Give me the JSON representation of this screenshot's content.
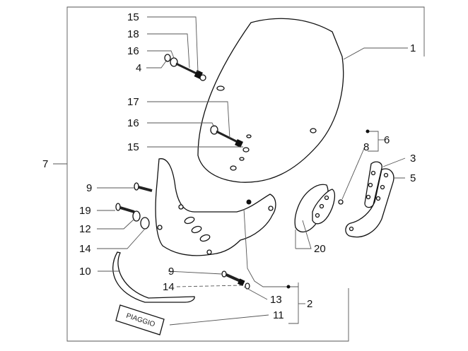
{
  "labels": {
    "l1": "1",
    "l2": "2",
    "l3": "3",
    "l4": "4",
    "l5": "5",
    "l6": "6",
    "l7": "7",
    "l8": "8",
    "l9a": "9",
    "l9b": "9",
    "l10": "10",
    "l11": "11",
    "l12": "12",
    "l13": "13",
    "l14a": "14",
    "l14b": "14",
    "l15a": "15",
    "l15b": "15",
    "l16a": "16",
    "l16b": "16",
    "l17": "17",
    "l18": "18",
    "l19": "19",
    "l20": "20"
  },
  "badge_text": "PIAGGIO",
  "colors": {
    "line": "#111111",
    "leader": "#555555",
    "background": "#ffffff"
  }
}
